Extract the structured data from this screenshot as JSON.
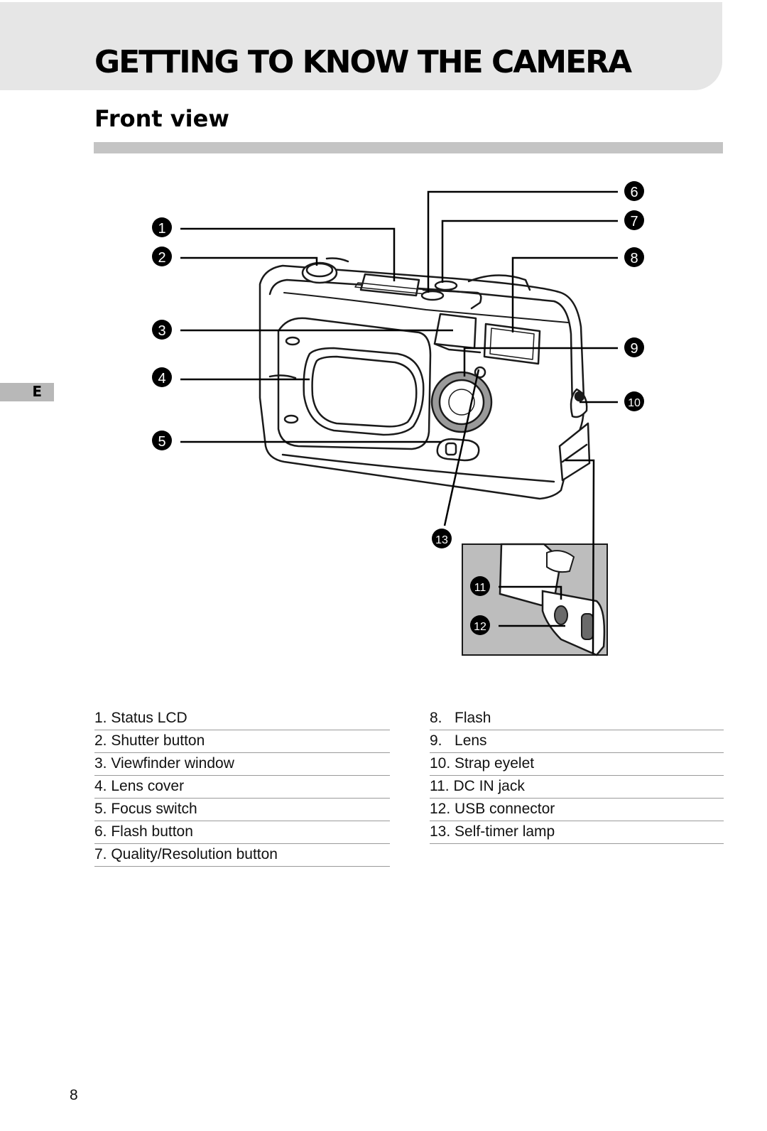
{
  "header": {
    "title": "GETTING TO KNOW THE CAMERA",
    "section": "Front view",
    "language_tab": "E"
  },
  "callouts": [
    "1",
    "2",
    "3",
    "4",
    "5",
    "6",
    "7",
    "8",
    "9",
    "10",
    "11",
    "12",
    "13"
  ],
  "parts_left": [
    "1. Status LCD",
    "2. Shutter button",
    "3. Viewfinder window",
    "4. Lens cover",
    "5. Focus switch",
    "6. Flash button",
    "7. Quality/Resolution button"
  ],
  "parts_right": [
    "8.   Flash",
    "9.   Lens",
    "10. Strap eyelet",
    "11. DC IN jack",
    "12. USB connector",
    "13. Self-timer lamp"
  ],
  "footer": {
    "page_number": "8"
  }
}
